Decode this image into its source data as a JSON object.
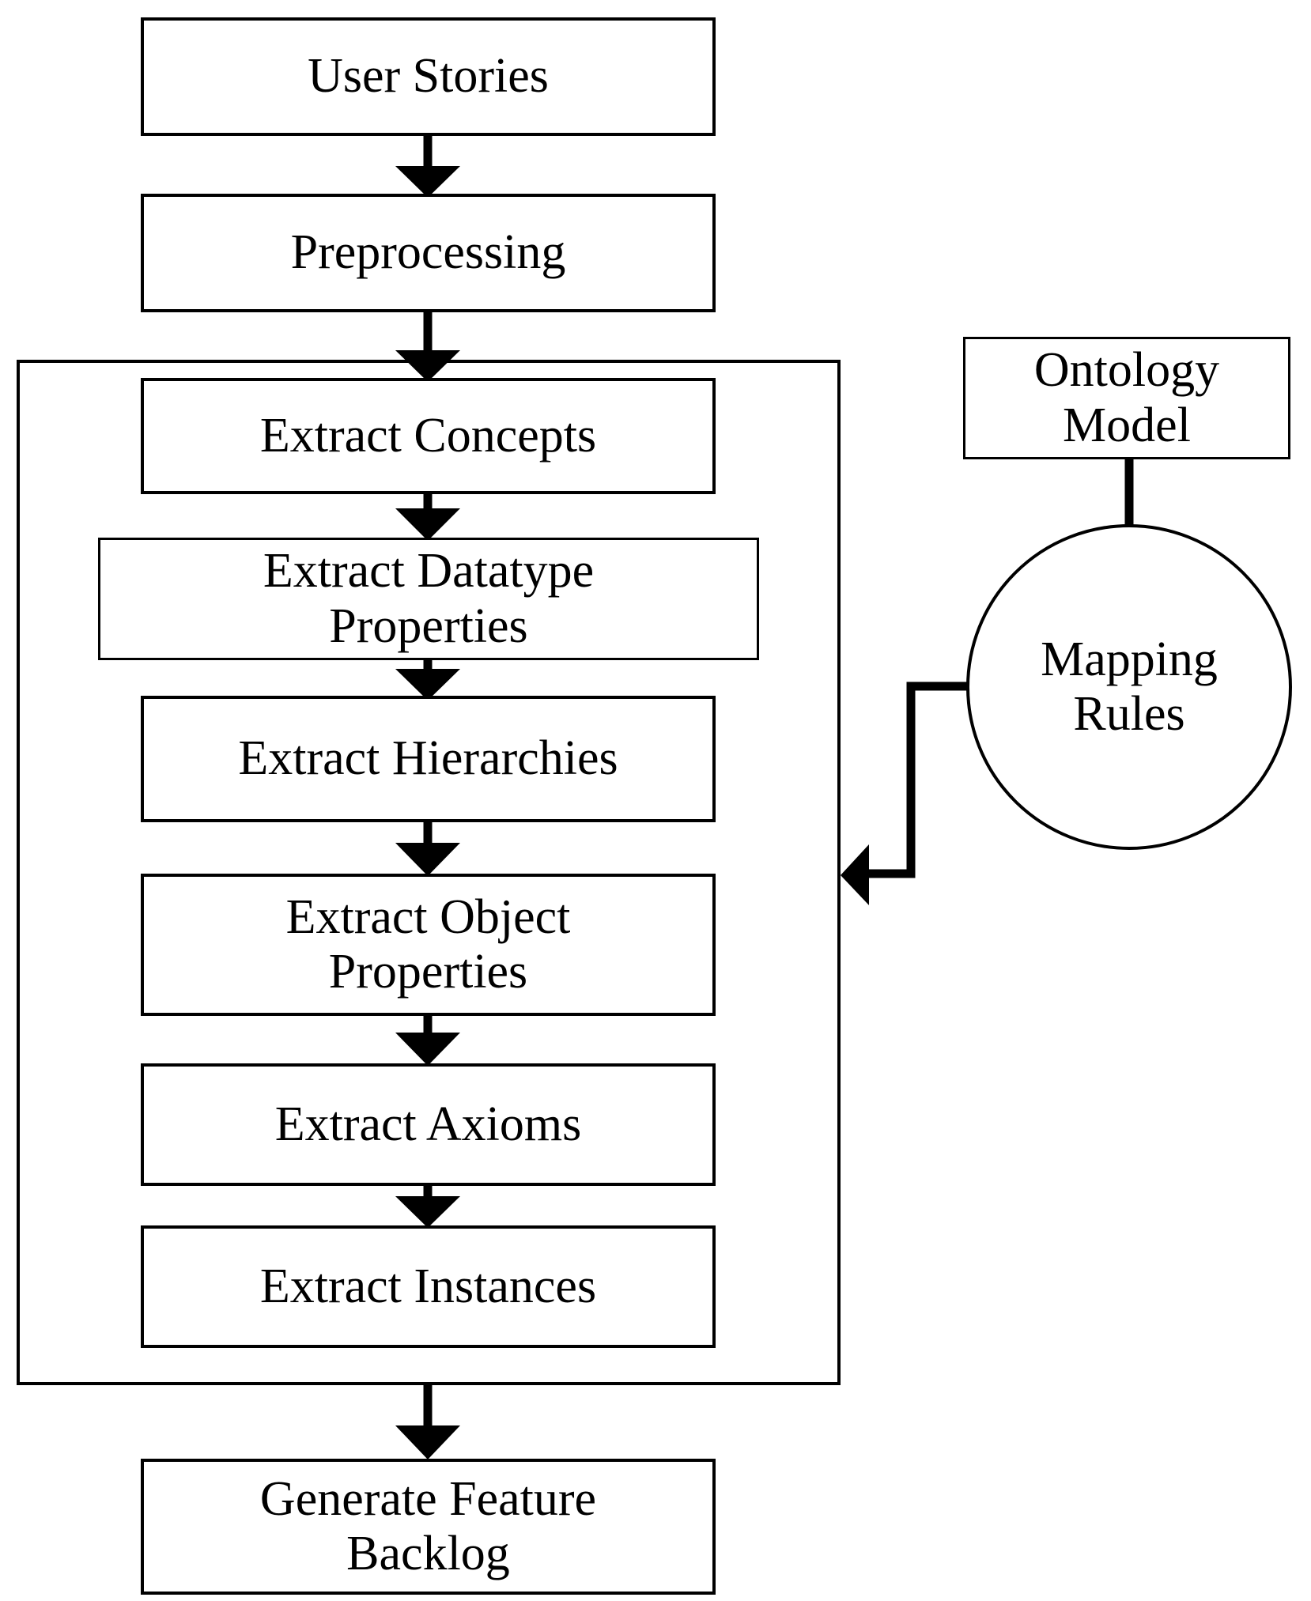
{
  "diagram": {
    "title": "Ontology-driven user story to feature backlog pipeline",
    "background_color": "#ffffff",
    "stroke_color": "#000000",
    "nodes": [
      {
        "id": "user-stories",
        "label": "User Stories",
        "shape": "rectangle"
      },
      {
        "id": "preprocessing",
        "label": "Preprocessing",
        "shape": "rectangle"
      },
      {
        "id": "extract-concepts",
        "label": "Extract Concepts",
        "shape": "rectangle"
      },
      {
        "id": "extract-datatype",
        "label": "Extract Datatype\nProperties",
        "shape": "rectangle"
      },
      {
        "id": "extract-hierarchies",
        "label": "Extract Hierarchies",
        "shape": "rectangle"
      },
      {
        "id": "extract-object",
        "label": "Extract Object\nProperties",
        "shape": "rectangle"
      },
      {
        "id": "extract-axioms",
        "label": "Extract Axioms",
        "shape": "rectangle"
      },
      {
        "id": "extract-instances",
        "label": "Extract Instances",
        "shape": "rectangle"
      },
      {
        "id": "generate-backlog",
        "label": "Generate Feature\nBacklog",
        "shape": "rectangle"
      },
      {
        "id": "ontology-model",
        "label": "Ontology\nModel",
        "shape": "rectangle"
      },
      {
        "id": "mapping-rules",
        "label": "Mapping\nRules",
        "shape": "circle"
      }
    ],
    "group": {
      "id": "extraction-group",
      "label": ""
    },
    "edges": [
      {
        "from": "user-stories",
        "to": "preprocessing",
        "style": "arrow-down"
      },
      {
        "from": "preprocessing",
        "to": "extract-concepts",
        "style": "arrow-down"
      },
      {
        "from": "extract-concepts",
        "to": "extract-datatype",
        "style": "arrow-down"
      },
      {
        "from": "extract-datatype",
        "to": "extract-hierarchies",
        "style": "arrow-down"
      },
      {
        "from": "extract-hierarchies",
        "to": "extract-object",
        "style": "arrow-down"
      },
      {
        "from": "extract-object",
        "to": "extract-axioms",
        "style": "arrow-down"
      },
      {
        "from": "extract-axioms",
        "to": "extract-instances",
        "style": "arrow-down"
      },
      {
        "from": "extract-instances",
        "to": "generate-backlog",
        "style": "arrow-down"
      },
      {
        "from": "ontology-model",
        "to": "mapping-rules",
        "style": "line"
      },
      {
        "from": "mapping-rules",
        "to": "extraction-group",
        "style": "arrow-left-elbow"
      }
    ]
  }
}
